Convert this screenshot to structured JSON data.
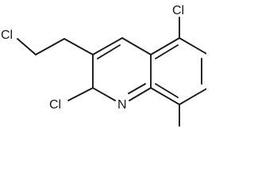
{
  "molecule": {
    "atom_labels": {
      "cl_chain": "Cl",
      "cl_ring_top": "Cl",
      "cl_ring_left": "Cl",
      "nitrogen": "N"
    },
    "line_color": "#1a1a1a",
    "background": "#ffffff"
  }
}
